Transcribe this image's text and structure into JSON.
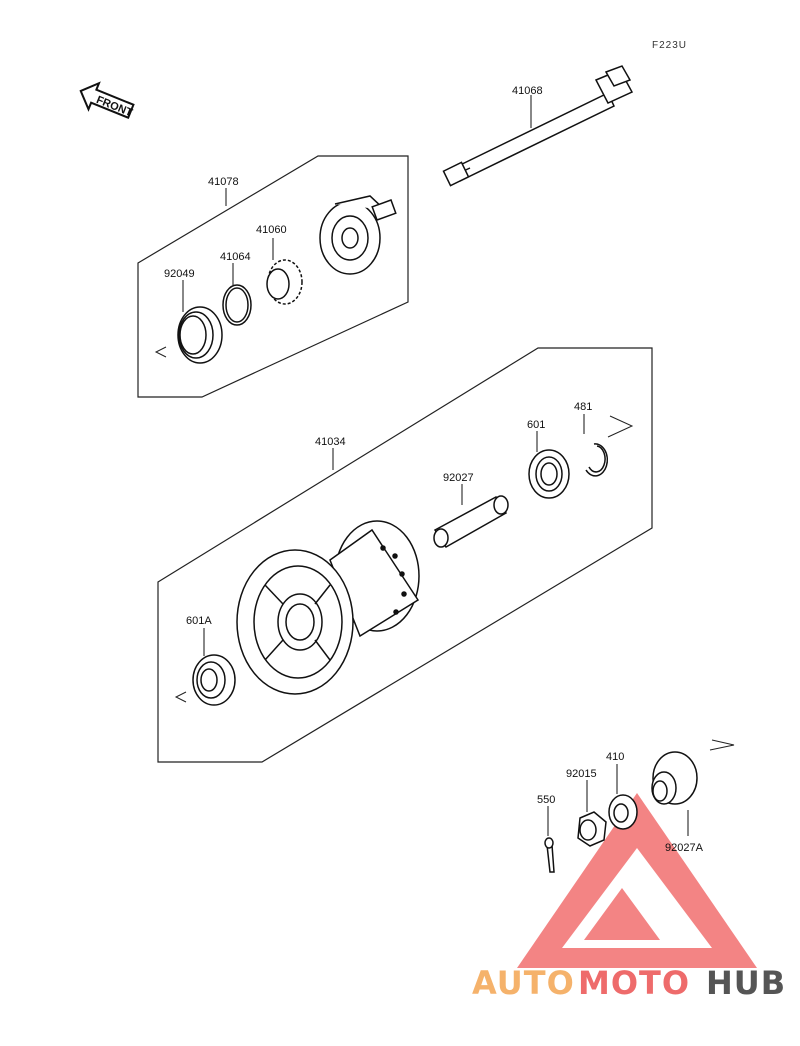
{
  "figure_code": "F223U",
  "front_label": "FRONT",
  "parts": {
    "p41068": "41068",
    "p41078": "41078",
    "p41060": "41060",
    "p41064": "41064",
    "p92049": "92049",
    "p41034": "41034",
    "p481": "481",
    "p601": "601",
    "p92027": "92027",
    "p601A": "601A",
    "p410": "410",
    "p92015": "92015",
    "p550": "550",
    "p92027A": "92027A"
  },
  "watermark": {
    "part1": "AUTO",
    "part2": "MOTO",
    "part3": "HUB",
    "color1": "#f5b26b",
    "color2": "#ee6b6b",
    "color3": "#555555"
  }
}
